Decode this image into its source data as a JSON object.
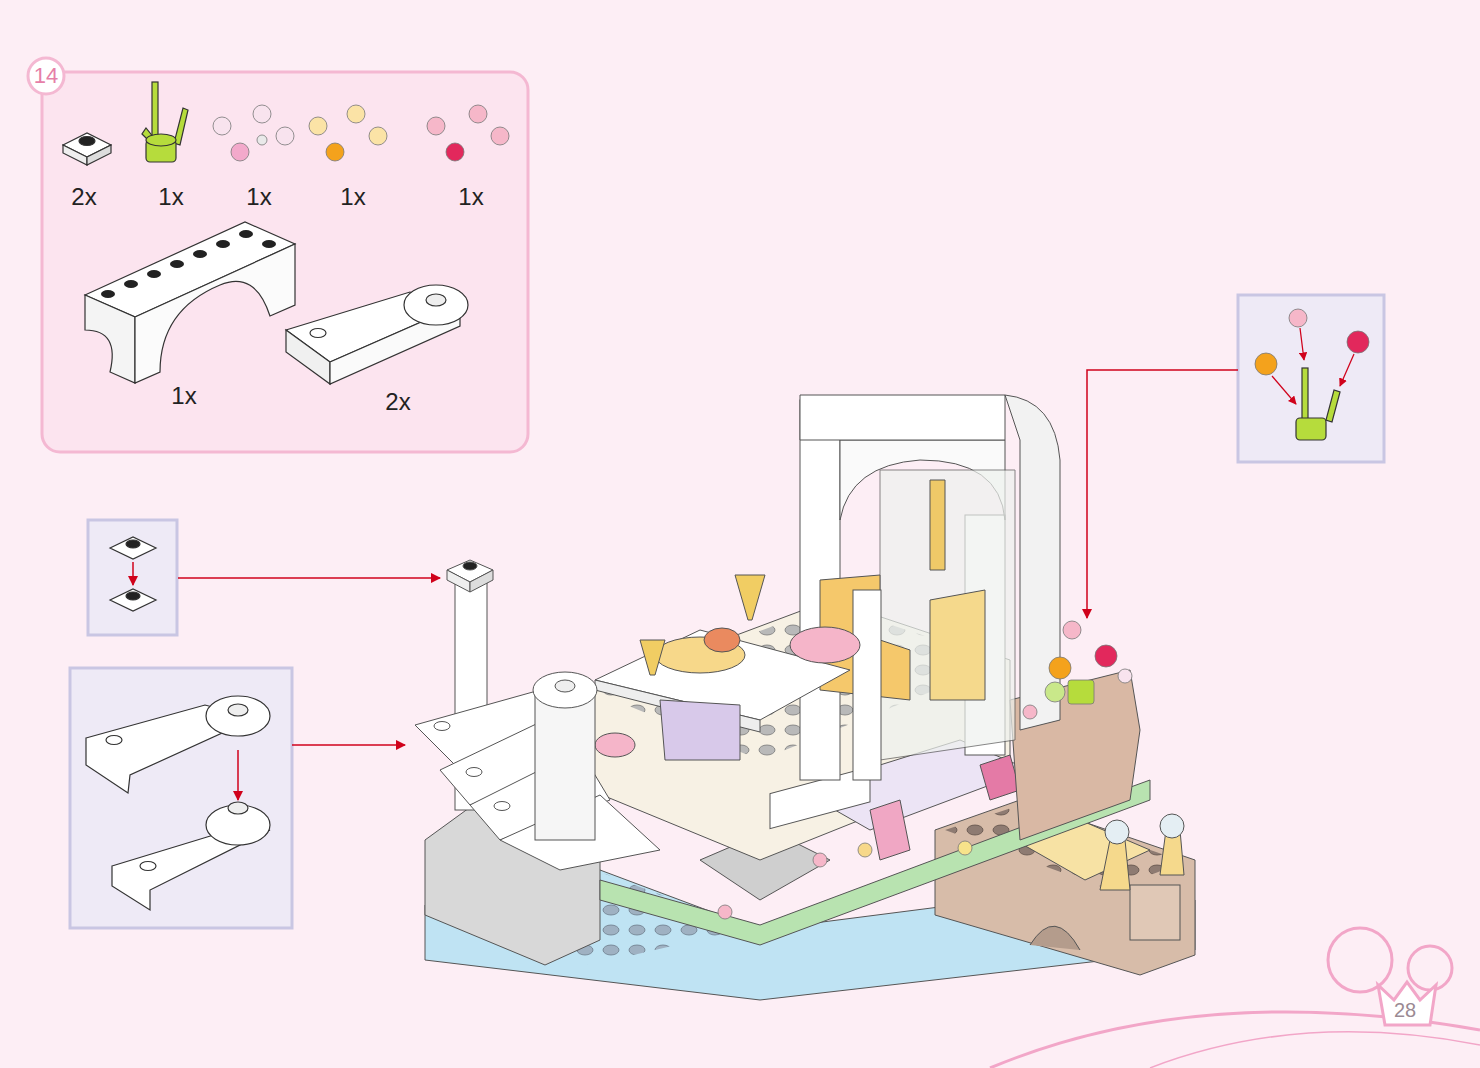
{
  "diagram": {
    "nodes": [
      {
        "text": [
          "14"
        ]
      }
    ],
    "labels": [
      "2x",
      "1x",
      "1x",
      "1x",
      "1x",
      "1x",
      "2x",
      "28"
    ]
  }
}
